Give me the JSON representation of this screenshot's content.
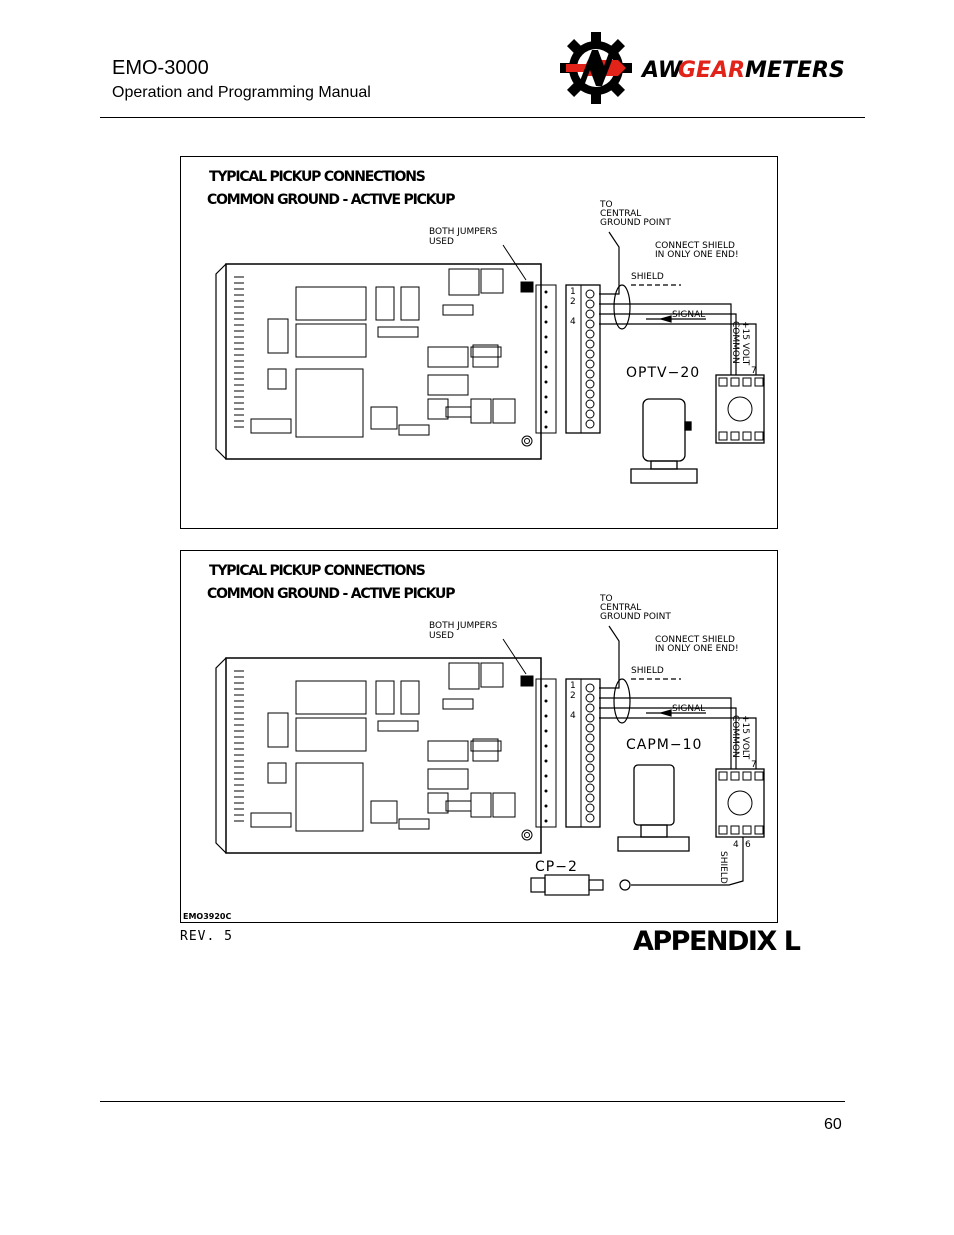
{
  "header": {
    "title": "EMO-3000",
    "subtitle": "Operation and Programming Manual",
    "logo_text_aw": "AW",
    "logo_text_gear": "GEAR",
    "logo_text_meters": "METERS",
    "logo_colors": {
      "red": "#e2231a",
      "black": "#000000"
    }
  },
  "diagram_top": {
    "heading_line1": "TYPICAL PICKUP CONNECTIONS",
    "heading_line2": "COMMON GROUND - ACTIVE PICKUP",
    "jumpers_label_line1": "BOTH  JUMPERS",
    "jumpers_label_line2": "USED",
    "to_label": "TO",
    "central_label": "CENTRAL",
    "ground_point_label": "GROUND  POINT",
    "connect_shield_line1": "CONNECT  SHIELD",
    "connect_shield_line2": "IN  ONLY  ONE  END!",
    "shield_label": "SHIELD",
    "signal_label": "SIGNAL",
    "terminal_1": "1",
    "terminal_2": "2",
    "terminal_4": "4",
    "common_label": "COMMON",
    "volt_label": "+15  VOLT",
    "pin_7": "7",
    "model_label": "OPTV−20"
  },
  "diagram_bottom": {
    "heading_line1": "TYPICAL PICKUP CONNECTIONS",
    "heading_line2": "COMMON GROUND - ACTIVE PICKUP",
    "jumpers_label_line1": "BOTH  JUMPERS",
    "jumpers_label_line2": "USED",
    "to_label": "TO",
    "central_label": "CENTRAL",
    "ground_point_label": "GROUND  POINT",
    "connect_shield_line1": "CONNECT  SHIELD",
    "connect_shield_line2": "IN  ONLY  ONE  END!",
    "shield_label": "SHIELD",
    "signal_label": "SIGNAL",
    "terminal_1": "1",
    "terminal_2": "2",
    "terminal_4": "4",
    "common_label": "COMMON",
    "volt_label": "+15  VOLT",
    "pin_7": "7",
    "pin_4": "4",
    "pin_6": "6",
    "shield_vertical": "SHIELD",
    "model_label": "CAPM−10",
    "cable_label": "CP−2",
    "drawing_no": "EMO3920C"
  },
  "footer": {
    "revision": "REV.  5",
    "appendix": "APPENDIX L",
    "page_number": "60"
  }
}
